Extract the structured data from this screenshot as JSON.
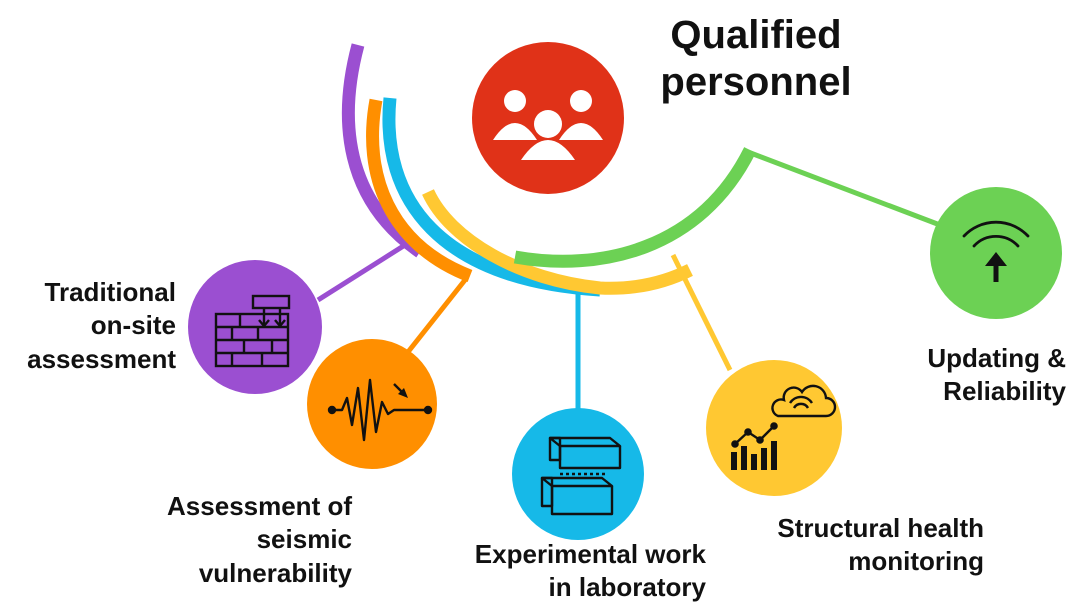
{
  "title": {
    "line1": "Qualified",
    "line2": "personnel"
  },
  "colors": {
    "center": "#e03218",
    "purple": "#9b4fd1",
    "orange": "#ff8f00",
    "blue": "#16b9e8",
    "yellow": "#ffc832",
    "green": "#6cd154",
    "icon_stroke": "#111111",
    "text": "#111111"
  },
  "nodes": [
    {
      "id": "traditional",
      "icon": "brick-wall-load-icon",
      "color": "purple",
      "lines": [
        "Traditional",
        "on-site",
        "assessment"
      ]
    },
    {
      "id": "seismic",
      "icon": "seismograph-icon",
      "color": "orange",
      "lines": [
        "Assessment of",
        "seismic",
        "vulnerability"
      ]
    },
    {
      "id": "laboratory",
      "icon": "brick-specimens-icon",
      "color": "blue",
      "lines": [
        "Experimental work",
        "in laboratory"
      ]
    },
    {
      "id": "monitoring",
      "icon": "cloud-chart-icon",
      "color": "yellow",
      "lines": [
        "Structural health",
        "monitoring"
      ]
    },
    {
      "id": "updating",
      "icon": "signal-upload-icon",
      "color": "green",
      "lines": [
        "Updating &",
        "Reliability"
      ]
    }
  ]
}
